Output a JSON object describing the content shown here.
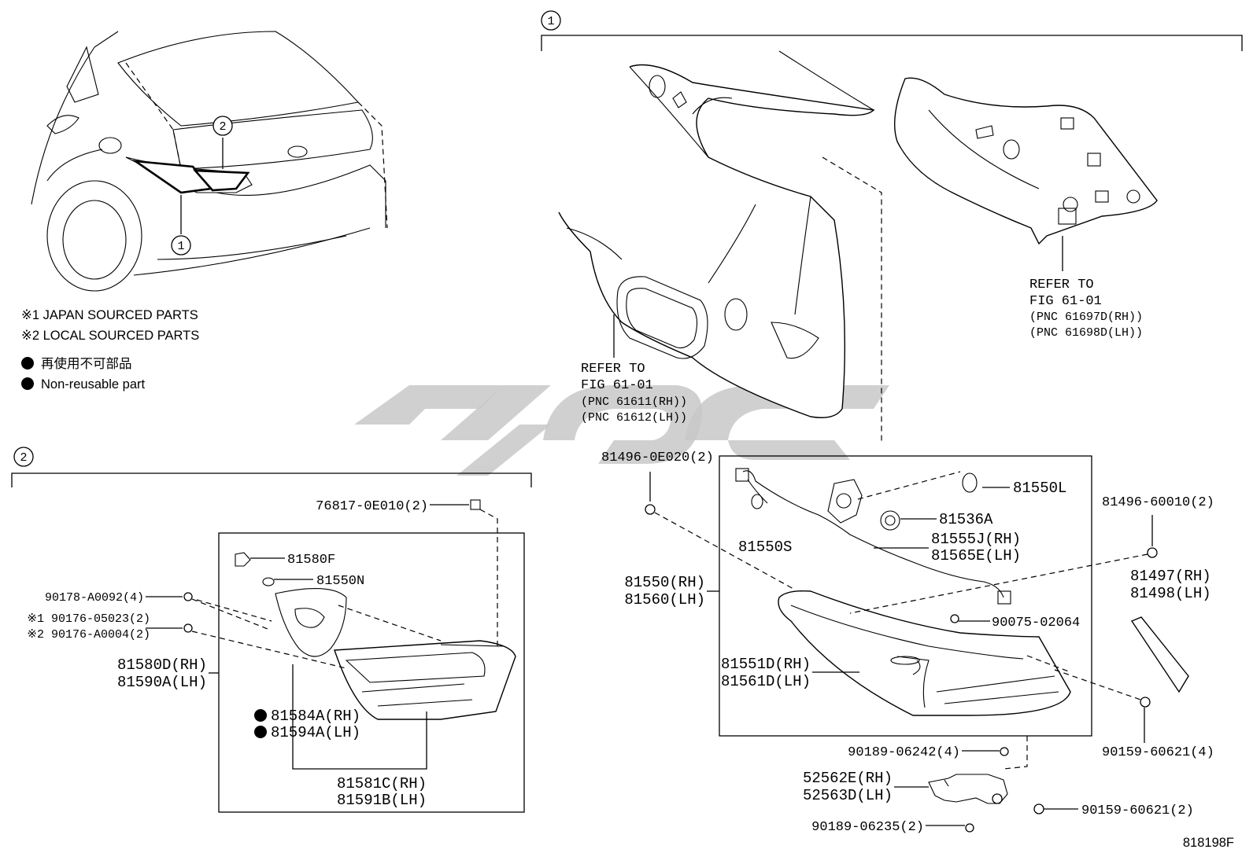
{
  "callouts": {
    "c1": "1",
    "c2": "2"
  },
  "notes": {
    "japan": "※1 JAPAN SOURCED PARTS",
    "local": "※2 LOCAL SOURCED PARTS",
    "nonreuse_jp": "再使用不可部品",
    "nonreuse_en": "Non-reusable part"
  },
  "refs": {
    "upper_right": {
      "line1": "REFER TO",
      "line2": "FIG 61-01",
      "line3": "(PNC 61697D(RH))",
      "line4": "(PNC 61698D(LH))"
    },
    "middle": {
      "line1": "REFER TO",
      "line2": "FIG 61-01",
      "line3": "(PNC 61611(RH))",
      "line4": "(PNC 61612(LH))"
    }
  },
  "labels": {
    "p76817": "76817-0E010(2)",
    "p81580F": "81580F",
    "p81550N": "81550N",
    "p90178": "90178-A0092(4)",
    "p90176_1": "※1 90176-05023(2)",
    "p90176_2": "※2 90176-A0004(2)",
    "p81580D": "81580D(RH)",
    "p81590A": "81590A(LH)",
    "p81584A": "81584A(RH)",
    "p81594A": "81594A(LH)",
    "p81581C": "81581C(RH)",
    "p81591B": "81591B(LH)",
    "p81496_0E020": "81496-0E020(2)",
    "p81550L": "81550L",
    "p81536A": "81536A",
    "p81555J": "81555J(RH)",
    "p81565E": "81565E(LH)",
    "p81550S": "81550S",
    "p81496_60010": "81496-60010(2)",
    "p81550RH": "81550(RH)",
    "p81560LH": "81560(LH)",
    "p81497": "81497(RH)",
    "p81498": "81498(LH)",
    "p90075": "90075-02064",
    "p81551D": "81551D(RH)",
    "p81561D": "81561D(LH)",
    "p90189_06242": "90189-06242(4)",
    "p90159_a": "90159-60621(4)",
    "p52562E": "52562E(RH)",
    "p52563D": "52563D(LH)",
    "p90159_b": "90159-60621(2)",
    "p90189_06235": "90189-06235(2)"
  },
  "diagram_id": "818198F"
}
